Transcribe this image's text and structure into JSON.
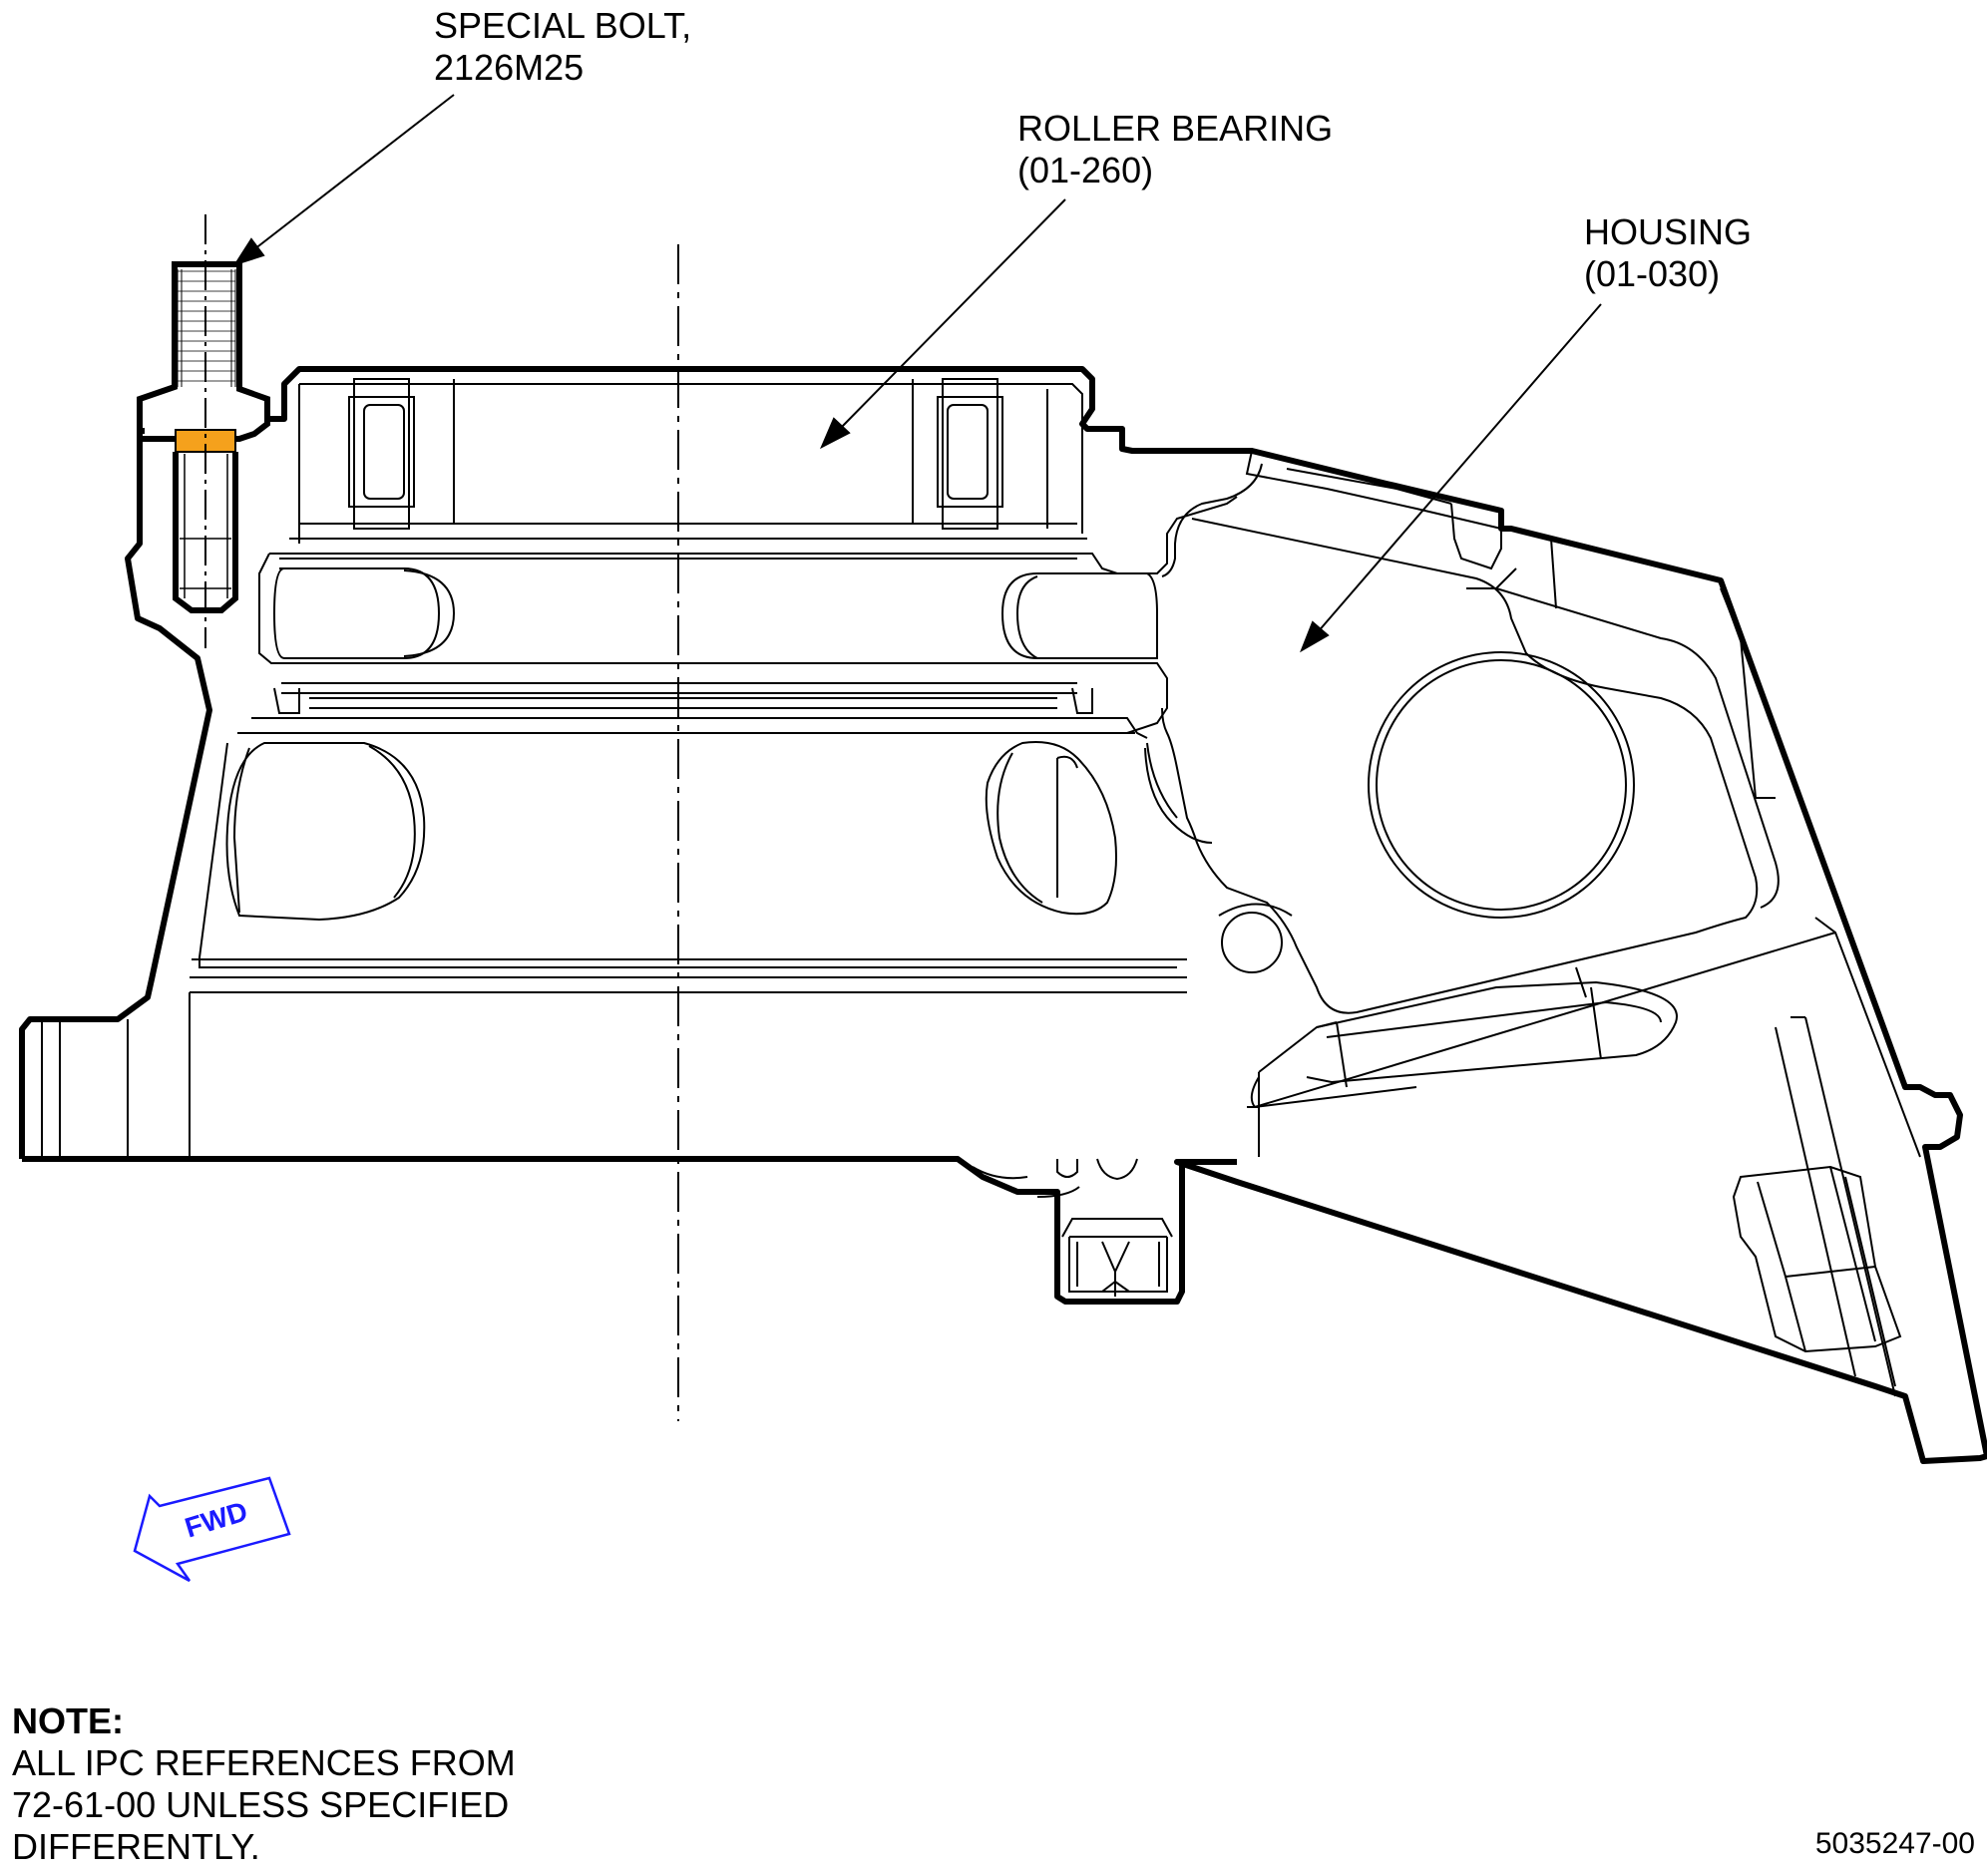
{
  "callouts": {
    "special_bolt": {
      "line1": "SPECIAL BOLT,",
      "line2": "2126M25"
    },
    "roller_bearing": {
      "line1": "ROLLER BEARING",
      "line2": "(01-260)"
    },
    "housing": {
      "line1": "HOUSING",
      "line2": "(01-030)"
    }
  },
  "fwd_arrow": {
    "label": "FWD",
    "color": "#1a1aff"
  },
  "note": {
    "title": "NOTE:",
    "line1": "ALL IPC REFERENCES FROM",
    "line2": "72-61-00 UNLESS SPECIFIED",
    "line3": "DIFFERENTLY."
  },
  "figure_id": "5035247-00",
  "colors": {
    "highlight": "#f5a11c",
    "outline": "#000000"
  }
}
